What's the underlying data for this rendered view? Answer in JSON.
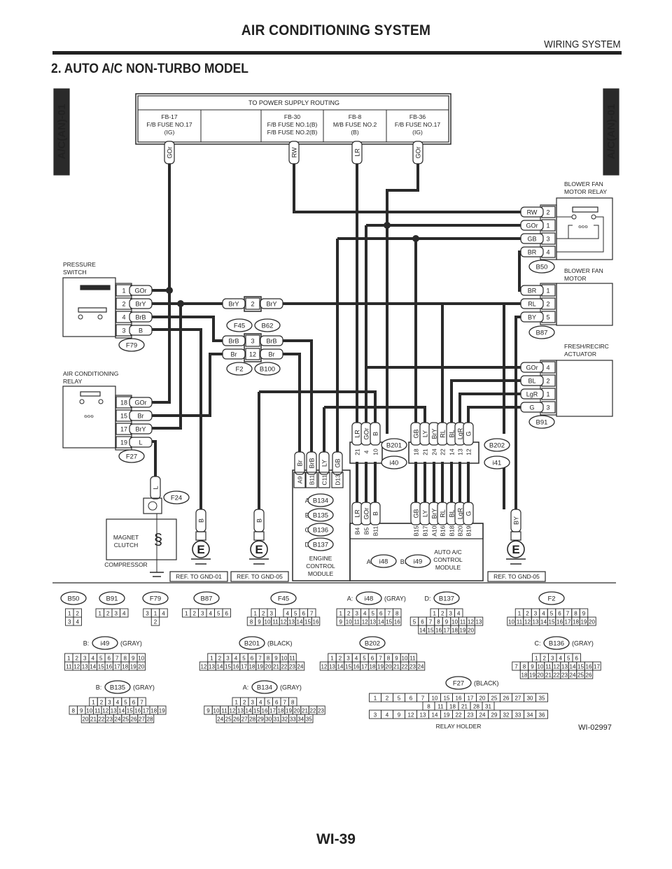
{
  "header": {
    "title": "AIR CONDITIONING SYSTEM",
    "subtitle": "WIRING SYSTEM"
  },
  "section_title": "2.  AUTO A/C NON-TURBO MODEL",
  "side_tab": "A/C(AN)-01",
  "page_number": "WI-39",
  "figure_id": "WI-02997",
  "power_supply": {
    "title": "TO POWER SUPPLY ROUTING",
    "cells": [
      {
        "lines": [
          "FB-17",
          "F/B FUSE NO.17",
          "(IG)"
        ],
        "wire": "GOr"
      },
      {
        "lines": [],
        "wire": ""
      },
      {
        "lines": [
          "FB-30",
          "F/B FUSE NO.1(B)",
          "F/B FUSE NO.2(B)"
        ],
        "wire": "RW"
      },
      {
        "lines": [
          "FB-8",
          "M/B FUSE NO.2",
          "(B)"
        ],
        "wire": "LR"
      },
      {
        "lines": [
          "FB-36",
          "F/B FUSE NO.17",
          "(IG)"
        ],
        "wire": "GOr"
      }
    ]
  },
  "components": {
    "blower_relay": {
      "title": [
        "BLOWER FAN",
        "MOTOR RELAY"
      ],
      "connector": "B50",
      "pins": [
        {
          "pin": "2",
          "wire": "RW"
        },
        {
          "pin": "1",
          "wire": "GOr"
        },
        {
          "pin": "3",
          "wire": "GB"
        },
        {
          "pin": "4",
          "wire": "BR"
        }
      ]
    },
    "blower_motor": {
      "title": [
        "BLOWER FAN",
        "MOTOR"
      ],
      "connector": "B87",
      "pins": [
        {
          "pin": "1",
          "wire": "BR"
        },
        {
          "pin": "2",
          "wire": "RL"
        },
        {
          "pin": "5",
          "wire": "BY"
        }
      ]
    },
    "fresh_recirc": {
      "title": [
        "FRESH/RECIRC",
        "ACTUATOR"
      ],
      "connector": "B91",
      "pins": [
        {
          "pin": "4",
          "wire": "GOr"
        },
        {
          "pin": "2",
          "wire": "BL"
        },
        {
          "pin": "1",
          "wire": "LgR"
        },
        {
          "pin": "3",
          "wire": "G"
        }
      ]
    },
    "pressure_switch": {
      "title": [
        "PRESSURE",
        "SWITCH"
      ],
      "connector": "F79",
      "pins": [
        {
          "pin": "1",
          "wire": "GOr"
        },
        {
          "pin": "2",
          "wire": "BrY"
        },
        {
          "pin": "4",
          "wire": "BrB"
        },
        {
          "pin": "3",
          "wire": "B"
        }
      ]
    },
    "ac_relay": {
      "title": [
        "AIR CONDITIONING",
        "RELAY"
      ],
      "connector": "F27",
      "pins": [
        {
          "pin": "18",
          "wire": "GOr"
        },
        {
          "pin": "15",
          "wire": "Br"
        },
        {
          "pin": "17",
          "wire": "BrY"
        },
        {
          "pin": "19",
          "wire": "L"
        }
      ]
    },
    "joint_f45": {
      "connectors": [
        "F45",
        "B62"
      ],
      "pins": [
        {
          "pin": "2",
          "left": "BrY",
          "right": "BrY"
        }
      ]
    },
    "joint_f2": {
      "connectors": [
        "F2",
        "B100"
      ],
      "pins": [
        {
          "pin": "3",
          "left": "BrB",
          "right": "BrB"
        },
        {
          "pin": "12",
          "left": "Br",
          "right": "Br"
        }
      ]
    },
    "compressor": {
      "title": "COMPRESSOR",
      "clutch": [
        "MAGNET",
        "CLUTCH"
      ],
      "connector": "F24",
      "wire": "L"
    },
    "grounds": [
      {
        "wire": "B",
        "label": "E",
        "ref": "REF. TO GND-01"
      },
      {
        "wire": "B",
        "label": "E",
        "ref": "REF. TO GND-05"
      },
      {
        "wire": "BY",
        "label": "E",
        "ref": "REF. TO GND-05"
      }
    ],
    "ecm": {
      "title": [
        "ENGINE",
        "CONTROL",
        "MODULE"
      ],
      "connectors": [
        {
          "key": "A",
          "id": "B134"
        },
        {
          "key": "B",
          "id": "B135"
        },
        {
          "key": "C",
          "id": "B136"
        },
        {
          "key": "D",
          "id": "B137"
        }
      ],
      "pins": [
        {
          "pin": "A9",
          "wire": "Br"
        },
        {
          "pin": "B11",
          "wire": "BrB"
        },
        {
          "pin": "C11",
          "wire": "LY"
        },
        {
          "pin": "D13",
          "wire": "GB"
        }
      ]
    },
    "joint_b201": {
      "connectors": [
        "B201",
        "i40"
      ],
      "pins": [
        {
          "pin": "21",
          "wire": "LR"
        },
        {
          "pin": "4",
          "wire": "GOr"
        },
        {
          "pin": "10",
          "wire": "B"
        }
      ]
    },
    "joint_b202": {
      "connectors": [
        "B202",
        "i41"
      ],
      "pins": [
        {
          "pin": "18",
          "wire": "GB"
        },
        {
          "pin": "21",
          "wire": "LY"
        },
        {
          "pin": "24",
          "wire": "BrY"
        },
        {
          "pin": "22",
          "wire": "RL"
        },
        {
          "pin": "14",
          "wire": "BL"
        },
        {
          "pin": "13",
          "wire": "LgR"
        },
        {
          "pin": "12",
          "wire": "G"
        }
      ]
    },
    "ac_module": {
      "title": [
        "AUTO A/C",
        "CONTROL",
        "MODULE"
      ],
      "connectors": [
        {
          "key": "A",
          "id": "i48"
        },
        {
          "key": "B",
          "id": "i49"
        }
      ],
      "pins": [
        {
          "pin": "B4",
          "wire": "LR"
        },
        {
          "pin": "B5",
          "wire": "GOr"
        },
        {
          "pin": "B11",
          "wire": "B"
        },
        {
          "pin": "B15",
          "wire": "GB"
        },
        {
          "pin": "B17",
          "wire": "LY"
        },
        {
          "pin": "A10",
          "wire": "BrY"
        },
        {
          "pin": "B16",
          "wire": "RL"
        },
        {
          "pin": "B18",
          "wire": "BL"
        },
        {
          "pin": "B20",
          "wire": "LgR"
        },
        {
          "pin": "B19",
          "wire": "G"
        }
      ]
    }
  },
  "connector_views": [
    {
      "id": "B50",
      "note": "",
      "rows": [
        [
          "1",
          "2"
        ],
        [
          "3",
          "4"
        ]
      ]
    },
    {
      "id": "B91",
      "note": "",
      "rows": [
        [
          "1",
          "2",
          "3",
          "4"
        ]
      ]
    },
    {
      "id": "F79",
      "note": "",
      "rows": [
        [
          "3",
          "1",
          "4"
        ],
        [
          "2"
        ]
      ]
    },
    {
      "id": "B87",
      "note": "",
      "rows": [
        [
          "1",
          "2",
          "3",
          "4",
          "5",
          "6"
        ]
      ]
    },
    {
      "id": "F45",
      "note": "",
      "rows": [
        [
          "1",
          "2",
          "3",
          "",
          "4",
          "5",
          "6",
          "7"
        ],
        [
          "8",
          "9",
          "10",
          "11",
          "12",
          "13",
          "14",
          "15",
          "16"
        ]
      ]
    },
    {
      "id": "i48",
      "prefix": "A:",
      "note": "(GRAY)",
      "rows": [
        [
          "1",
          "2",
          "3",
          "4",
          "5",
          "6",
          "7",
          "8"
        ],
        [
          "9",
          "10",
          "11",
          "12",
          "13",
          "14",
          "15",
          "16"
        ]
      ]
    },
    {
      "id": "B137",
      "prefix": "D:",
      "note": "",
      "rows": [
        [
          "1",
          "2",
          "3",
          "4"
        ],
        [
          "5",
          "6",
          "7",
          "8",
          "9",
          "10",
          "11",
          "12",
          "13"
        ],
        [
          "14",
          "15",
          "16",
          "17",
          "18",
          "19",
          "20"
        ]
      ]
    },
    {
      "id": "F2",
      "note": "",
      "rows": [
        [
          "1",
          "2",
          "3",
          "4",
          "5",
          "6",
          "7",
          "8",
          "9"
        ],
        [
          "10",
          "11",
          "12",
          "13",
          "14",
          "15",
          "16",
          "17",
          "18",
          "19",
          "20"
        ]
      ]
    },
    {
      "id": "i49",
      "prefix": "B:",
      "note": "(GRAY)",
      "rows": [
        [
          "1",
          "2",
          "3",
          "4",
          "5",
          "6",
          "7",
          "8",
          "9",
          "10"
        ],
        [
          "11",
          "12",
          "13",
          "14",
          "15",
          "16",
          "17",
          "18",
          "19",
          "20"
        ]
      ]
    },
    {
      "id": "B201",
      "note": "(BLACK)",
      "rows": [
        [
          "1",
          "2",
          "3",
          "4",
          "5",
          "6",
          "7",
          "8",
          "9",
          "10",
          "11"
        ],
        [
          "12",
          "13",
          "14",
          "15",
          "16",
          "17",
          "18",
          "19",
          "20",
          "21",
          "22",
          "23",
          "24"
        ]
      ]
    },
    {
      "id": "B202",
      "note": "",
      "rows": [
        [
          "1",
          "2",
          "3",
          "4",
          "5",
          "6",
          "7",
          "8",
          "9",
          "10",
          "11"
        ],
        [
          "12",
          "13",
          "14",
          "15",
          "16",
          "17",
          "18",
          "19",
          "20",
          "21",
          "22",
          "23",
          "24"
        ]
      ]
    },
    {
      "id": "B136",
      "prefix": "C:",
      "note": "(GRAY)",
      "rows": [
        [
          "1",
          "2",
          "3",
          "4",
          "5",
          "6"
        ],
        [
          "7",
          "8",
          "9",
          "10",
          "11",
          "12",
          "13",
          "14",
          "15",
          "16",
          "17"
        ],
        [
          "18",
          "19",
          "20",
          "21",
          "22",
          "23",
          "24",
          "25",
          "26"
        ]
      ]
    },
    {
      "id": "B135",
      "prefix": "B:",
      "note": "(GRAY)",
      "rows": [
        [
          "1",
          "2",
          "3",
          "4",
          "5",
          "6",
          "7"
        ],
        [
          "8",
          "9",
          "10",
          "11",
          "12",
          "13",
          "14",
          "15",
          "16",
          "17",
          "18",
          "19"
        ],
        [
          "20",
          "21",
          "22",
          "23",
          "24",
          "25",
          "26",
          "27",
          "28"
        ]
      ]
    },
    {
      "id": "B134",
      "prefix": "A:",
      "note": "(GRAY)",
      "rows": [
        [
          "1",
          "2",
          "3",
          "4",
          "5",
          "6",
          "7",
          "8"
        ],
        [
          "9",
          "10",
          "11",
          "12",
          "13",
          "14",
          "15",
          "16",
          "17",
          "18",
          "19",
          "20",
          "21",
          "22",
          "23"
        ],
        [
          "24",
          "25",
          "26",
          "27",
          "28",
          "29",
          "30",
          "31",
          "32",
          "33",
          "34",
          "35"
        ]
      ]
    },
    {
      "id": "F27",
      "note": "(BLACK)",
      "caption": "RELAY HOLDER",
      "rows": [
        [
          "1",
          "2",
          "5",
          "6",
          "7",
          "10",
          "15",
          "16",
          "17",
          "20",
          "25",
          "26",
          "27",
          "30",
          "35"
        ],
        [
          "8",
          "11",
          "18",
          "21",
          "28",
          "31"
        ],
        [
          "3",
          "4",
          "9",
          "12",
          "13",
          "14",
          "19",
          "22",
          "23",
          "24",
          "29",
          "32",
          "33",
          "34",
          "36"
        ]
      ]
    }
  ]
}
